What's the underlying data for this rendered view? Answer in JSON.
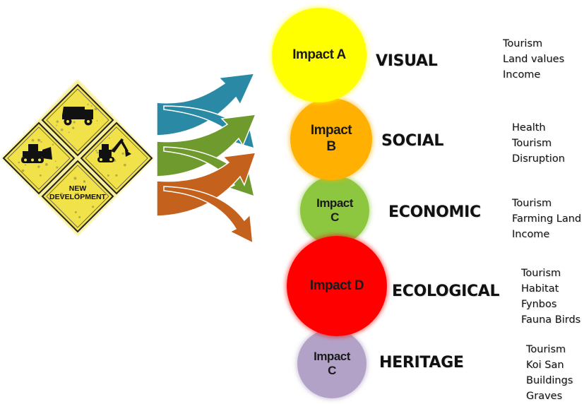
{
  "sign": {
    "label_line1": "NEW",
    "label_line2": "DEVELOPMENT",
    "icons": [
      "dump-truck-icon",
      "bulldozer-icon",
      "excavator-icon"
    ],
    "color": "#f2e24a"
  },
  "arrows": {
    "colors": [
      "#2a8aa6",
      "#6f9a2e",
      "#c4621d"
    ]
  },
  "impacts": [
    {
      "name_lines": [
        "Impact A"
      ],
      "category": "VISUAL",
      "color": "#ffff00",
      "items": [
        "Tourism",
        "Land  values",
        "Income"
      ]
    },
    {
      "name_lines": [
        "Impact",
        "B"
      ],
      "category": "SOCIAL",
      "color": "#ffb000",
      "items": [
        "Health",
        "Tourism",
        "Disruption"
      ]
    },
    {
      "name_lines": [
        "Impact",
        "C"
      ],
      "category": "ECONOMIC",
      "color": "#8dc63f",
      "items": [
        "Tourism",
        "Farming Land",
        "Income"
      ]
    },
    {
      "name_lines": [
        "Impact D"
      ],
      "category": "ECOLOGICAL",
      "color": "#ff0000",
      "items": [
        "Tourism",
        "Habitat",
        "Fynbos",
        "Fauna Birds"
      ]
    },
    {
      "name_lines": [
        "Impact",
        "C"
      ],
      "category": "HERITAGE",
      "color": "#b3a2c7",
      "items": [
        "Tourism",
        "Koi San",
        "Buildings",
        "Graves"
      ]
    }
  ]
}
